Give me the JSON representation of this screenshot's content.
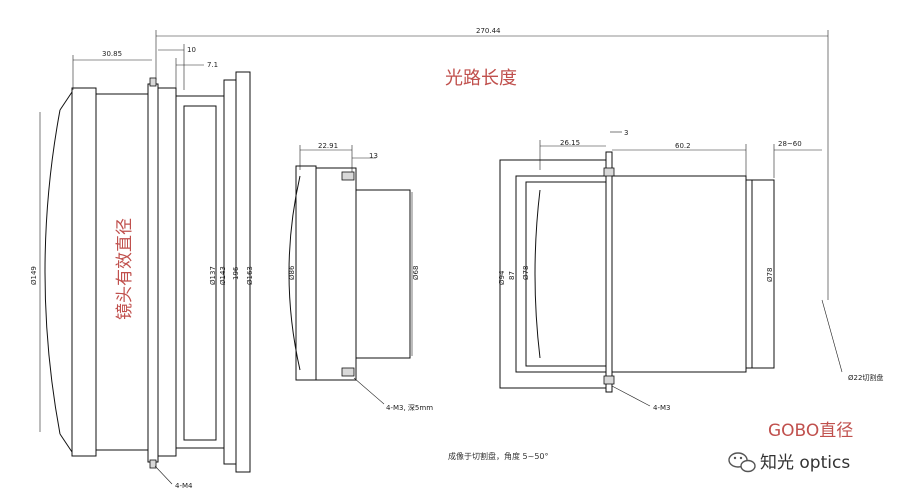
{
  "drawing": {
    "overall_length": "270.44",
    "title_red": "光路长度",
    "lens_aperture_red": "镜头有效直径",
    "gobo_red": "GOBO直径",
    "note_bottom": "成像于切割盘，角度 5~50°",
    "watermark": "知光 optics",
    "watermark_icon": "wechat-icon",
    "accent_color": "#c0504d"
  },
  "lens": {
    "dim_top_a": "30.85",
    "dim_top_b": "10",
    "dim_top_c": "7.1",
    "dia_outer": "Ø149",
    "dia_1": "Ø137",
    "dia_2": "Ø143",
    "dia_3": "196",
    "dia_4": "Ø163",
    "thread": "4-M4"
  },
  "middle": {
    "dim_top_a": "22.91",
    "dim_top_b": "13",
    "dia_a": "Ø86",
    "dia_b": "Ø68",
    "thread": "4-M3, 深5mm"
  },
  "right": {
    "dim_a": "26.15",
    "dim_b": "3",
    "dim_c": "60.2",
    "dim_d": "28~60",
    "dia_a": "Ø94",
    "dia_b": "87",
    "dia_c": "Ø78",
    "dia_d": "Ø78",
    "thread": "4-M3",
    "cut_plate": "Ø22切割盘"
  }
}
